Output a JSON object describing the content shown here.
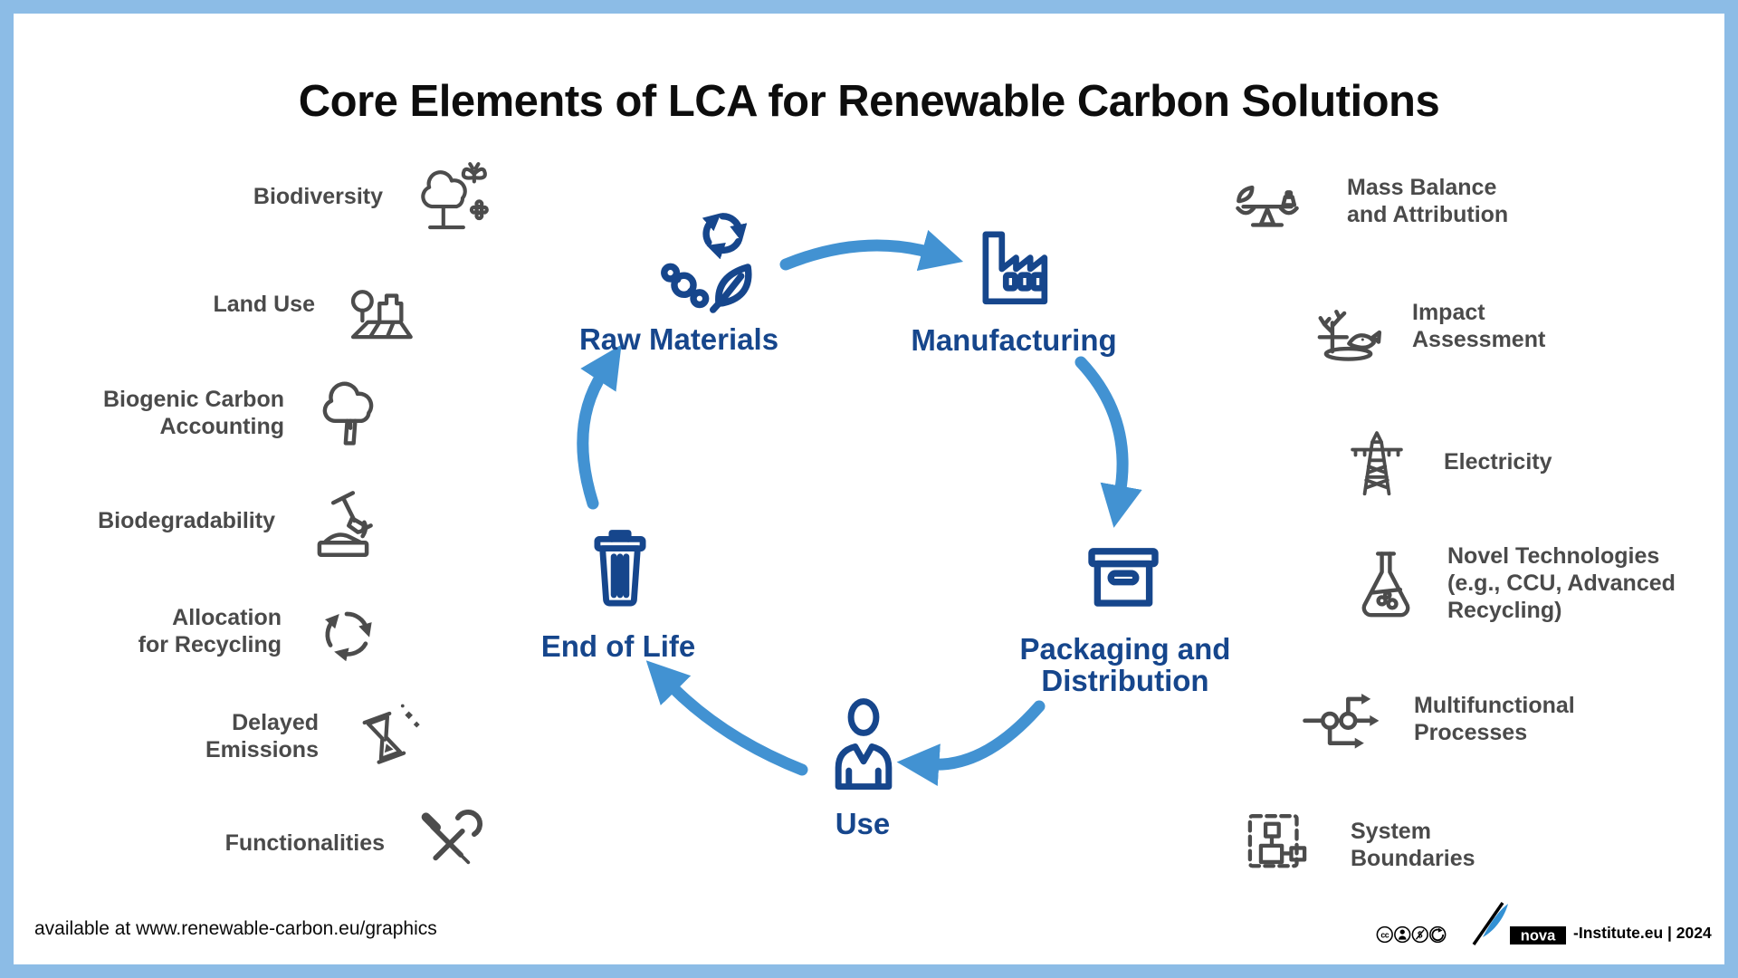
{
  "title": "Core Elements of LCA for Renewable Carbon Solutions",
  "left_column": {
    "items": [
      {
        "label": "Biodiversity",
        "icon": "biodiversity-icon"
      },
      {
        "label": "Land Use",
        "icon": "land-use-icon"
      },
      {
        "label": "Biogenic Carbon\nAccounting",
        "icon": "biogenic-carbon-tree-icon"
      },
      {
        "label": "Biodegradability",
        "icon": "biodegradability-icon"
      },
      {
        "label": "Allocation\nfor Recycling",
        "icon": "recycling-arrows-icon"
      },
      {
        "label": "Delayed\nEmissions",
        "icon": "hourglass-icon"
      },
      {
        "label": "Functionalities",
        "icon": "tools-icon"
      }
    ]
  },
  "right_column": {
    "items": [
      {
        "label": "Mass Balance\nand Attribution",
        "icon": "balance-scale-icon"
      },
      {
        "label": "Impact\nAssessment",
        "icon": "environment-impact-icon"
      },
      {
        "label": "Electricity",
        "icon": "power-pylon-icon"
      },
      {
        "label": "Novel Technologies\n(e.g., CCU, Advanced\nRecycling)",
        "icon": "flask-icon"
      },
      {
        "label": "Multifunctional\nProcesses",
        "icon": "branching-process-icon"
      },
      {
        "label": "System\nBoundaries",
        "icon": "system-boundary-icon"
      }
    ]
  },
  "cycle": {
    "stages": [
      {
        "label": "Raw Materials",
        "icon": "raw-materials-icon"
      },
      {
        "label": "Manufacturing",
        "icon": "factory-icon"
      },
      {
        "label": "Packaging and\nDistribution",
        "icon": "box-icon"
      },
      {
        "label": "Use",
        "icon": "person-icon"
      },
      {
        "label": "End of Life",
        "icon": "trash-can-icon"
      }
    ]
  },
  "footer": {
    "availability": "available at www.renewable-carbon.eu/graphics",
    "license": {
      "badges": [
        "cc",
        "by",
        "nc",
        "sa"
      ],
      "cc_glyph": "cc",
      "nc_glyph": "$"
    },
    "brand": {
      "name": "nova",
      "suffix": "-Institute.eu | 2024"
    }
  },
  "colors": {
    "navy": "#16468c",
    "arrow_blue": "#4292d2",
    "icon_gray": "#4c4c4c",
    "border_blue": "#8cbce6",
    "sail_blue": "#3391d4"
  }
}
